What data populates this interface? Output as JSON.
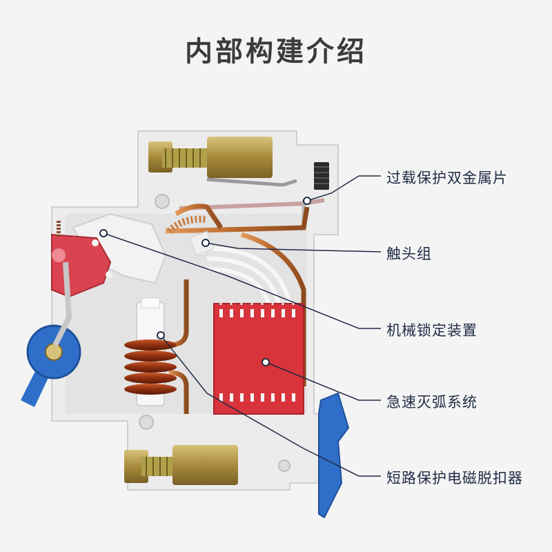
{
  "title": "内部构建介绍",
  "callouts": [
    {
      "id": "bimetal",
      "label": "过载保护双金属片"
    },
    {
      "id": "contacts",
      "label": "触头组"
    },
    {
      "id": "lock",
      "label": "机械锁定装置"
    },
    {
      "id": "arc",
      "label": "急速灭弧系统"
    },
    {
      "id": "magnetic",
      "label": "短路保护电磁脱扣器"
    }
  ],
  "colors": {
    "background": "#f4f4f4",
    "housing": "#ececec",
    "arc_chute": "#d9333b",
    "trip_lever": "#d94450",
    "knob": "#2f6fc9",
    "copper": "#c4793e",
    "brass": "#b79a4a",
    "leader_line": "#1f2a44"
  }
}
